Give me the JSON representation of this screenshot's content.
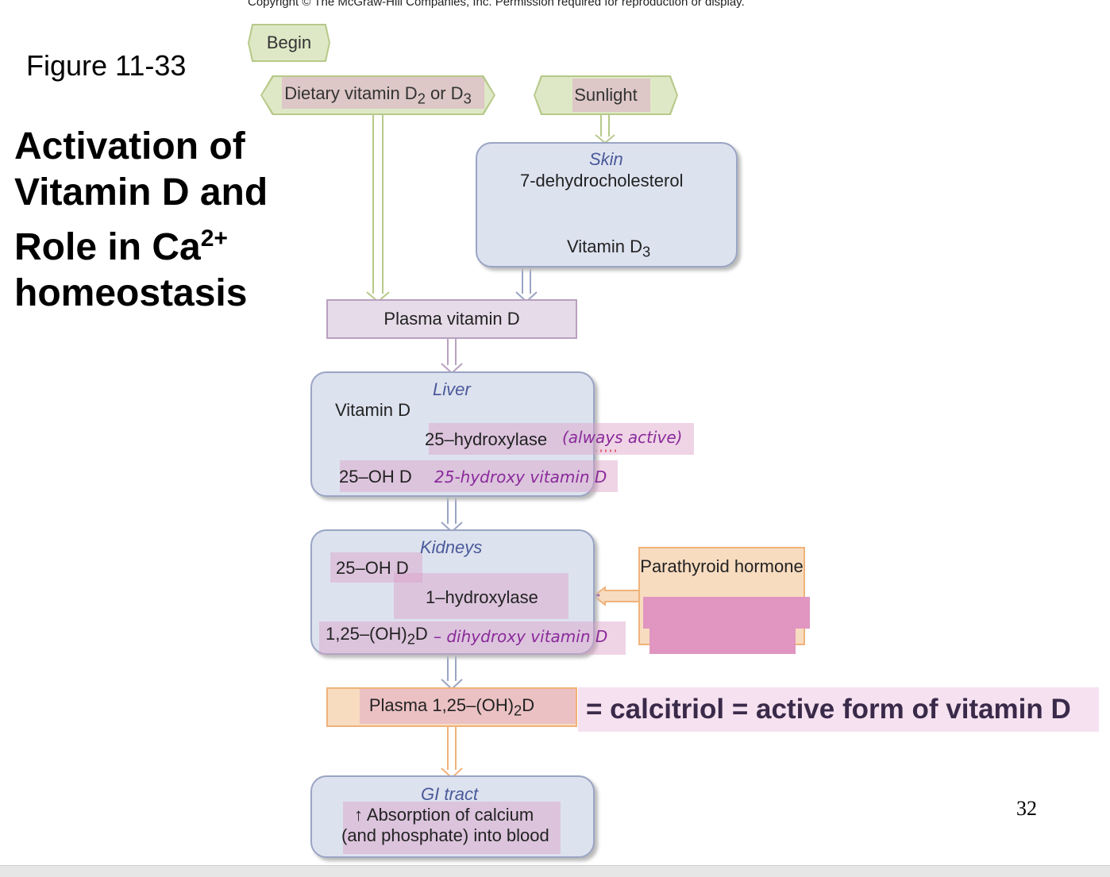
{
  "copyright": "Copyright © The McGraw-Hill Companies, Inc. Permission required for reproduction or display.",
  "figure_label": "Figure 11-33",
  "title_lines": [
    "Activation of",
    "Vitamin D and",
    "Role in Ca",
    "homeostasis"
  ],
  "title_sup": "2+",
  "nodes": {
    "begin": "Begin",
    "dietary": {
      "pre": "Dietary vitamin D",
      "s1": "2",
      "mid": " or D",
      "s2": "3"
    },
    "sunlight": "Sunlight",
    "skin": {
      "label": "Skin",
      "top": "7-dehydrocholesterol",
      "bottom": "Vitamin D",
      "sub": "3"
    },
    "plasma_vit_d": "Plasma vitamin D",
    "liver": {
      "label": "Liver",
      "input": "Vitamin D",
      "enzyme": "25–hydroxylase",
      "output": "25–OH D"
    },
    "kidneys": {
      "label": "Kidneys",
      "input": "25–OH D",
      "enzyme": "1–hydroxylase",
      "output_pre": "1,25–(OH)",
      "output_sub": "2",
      "output_post": "D"
    },
    "pth": "Parathyroid hormone",
    "plasma_calcitriol": {
      "pre": "Plasma 1,25–(OH)",
      "sub": "2",
      "post": "D"
    },
    "gi": {
      "label": "GI tract",
      "line1": "↑ Absorption of calcium",
      "line2": "(and phosphate) into blood"
    }
  },
  "annotations": {
    "always_active": "(always active)",
    "liver_output": "25-hydroxy vitamin D",
    "kidney_output": "– dihydroxy vitamin D",
    "calcitriol": "= calcitriol = active form of vitamin D"
  },
  "page_number": "32",
  "colors": {
    "green": "#dfe8c6",
    "blue": "#dde2ef",
    "pink": "#e6dbe9",
    "orange": "#f8dcc0",
    "highlight": "#dca0c8",
    "ink": "#8a2a9a"
  }
}
